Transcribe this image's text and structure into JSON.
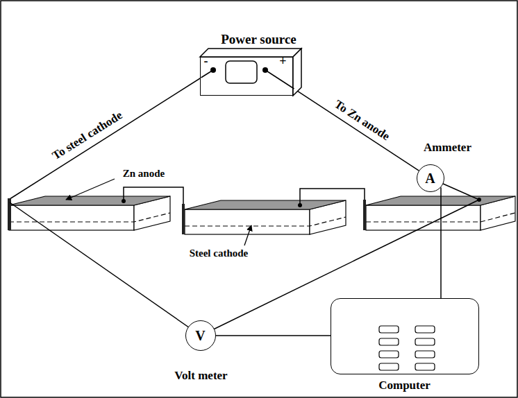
{
  "diagram": {
    "nodes": [
      {
        "text": [
          "Power source",
          "-",
          "+"
        ]
      },
      {
        "text": [
          "A",
          "Ammeter"
        ]
      },
      {
        "text": [
          "V",
          "Volt meter"
        ]
      },
      {
        "text": [
          "Computer"
        ]
      }
    ],
    "edges": [
      {
        "from": 0,
        "to": 1,
        "arrow": "none",
        "label": "To Zn anode"
      },
      {
        "from": 1,
        "to": 3,
        "arrow": "none"
      },
      {
        "from": 2,
        "to": 3,
        "arrow": "none"
      }
    ],
    "labels": [
      "To steel cathode",
      "Zn anode",
      "Steel cathode"
    ]
  }
}
